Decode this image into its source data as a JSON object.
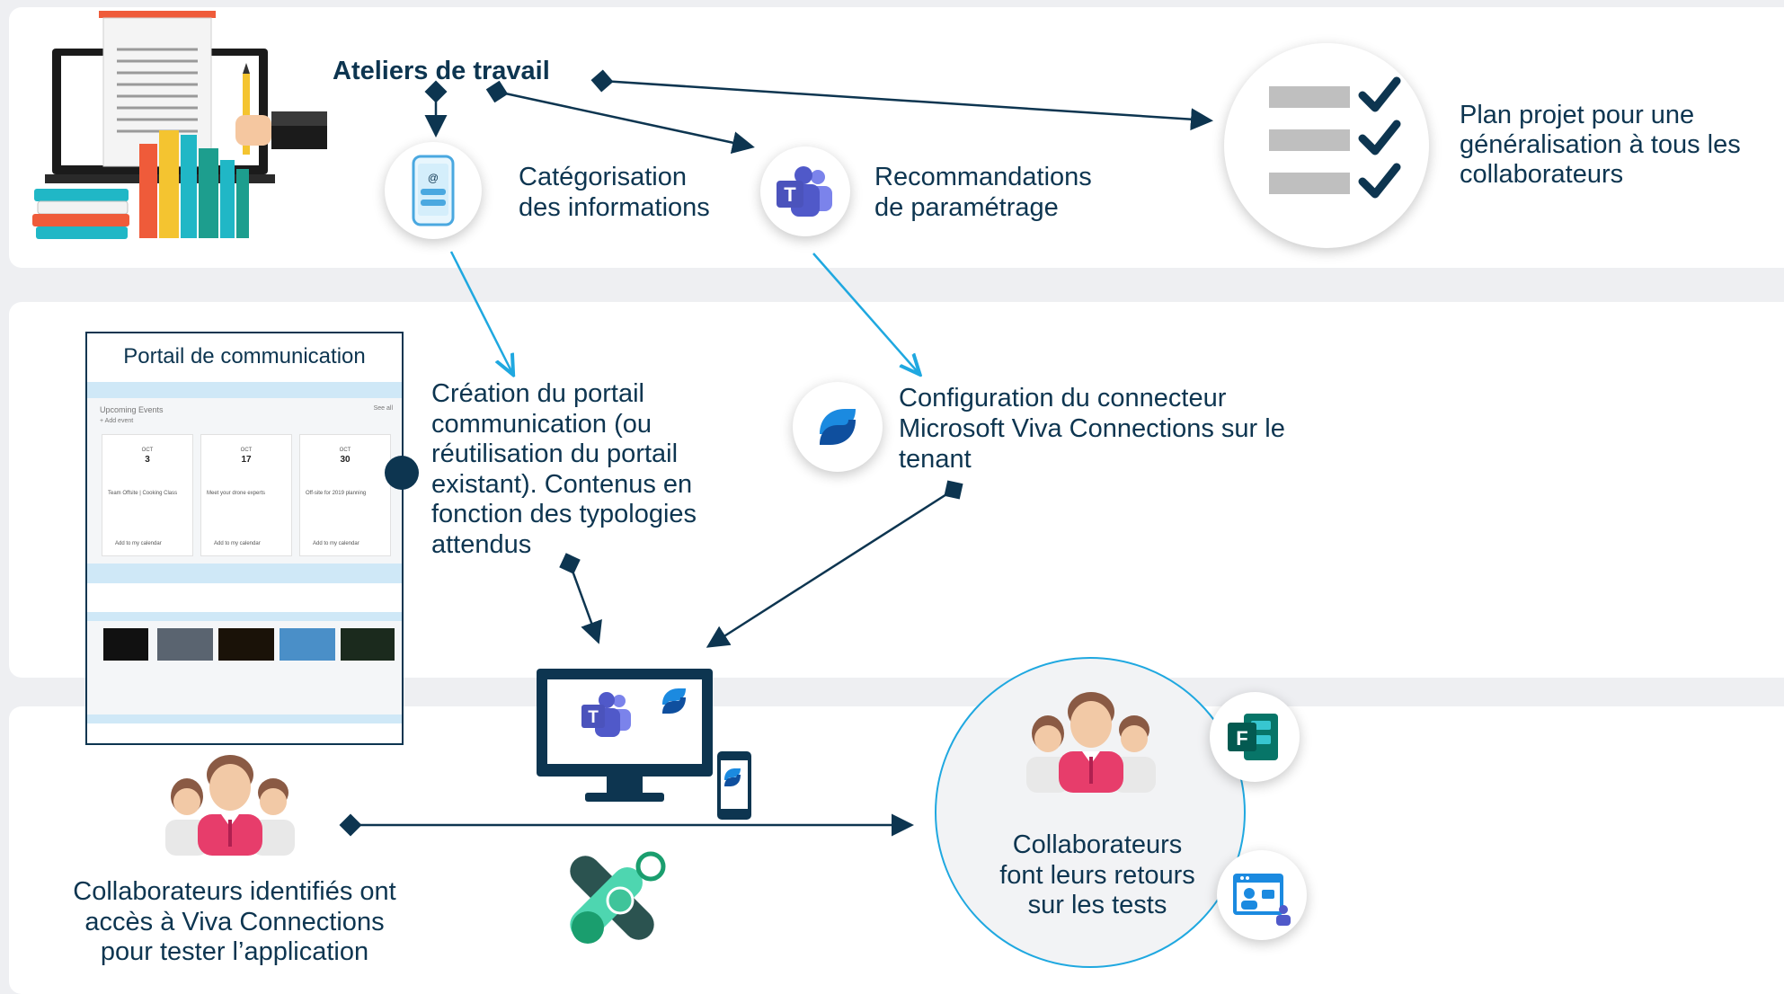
{
  "workshops": {
    "title": "Ateliers de travail"
  },
  "steps": {
    "categorisation": "Catégorisation\ndes informations",
    "recommendations": "Recommandations\nde paramétrage",
    "project_plan": "Plan projet pour une\ngénéralisation à tous les\ncollaborateurs",
    "portal_creation": "Création du portail\ncommunication (ou\nréutilisation du portail\nexistant). Contenus en\nfonction des typologies\nattendus",
    "connector_config": "Configuration du connecteur\nMicrosoft Viva Connections sur le\ntenant",
    "identified_users": "Collaborateurs identifiés ont\naccès à Viva Connections\npour tester l’application",
    "feedback": "Collaborateurs\nfont leurs retours\nsur les tests"
  },
  "portal": {
    "title": "Portail de communication",
    "section": "Upcoming Events",
    "see_all": "See all",
    "add_event": "+ Add event",
    "events": [
      {
        "month": "OCT",
        "day": "3",
        "name": "Team Offsite | Cooking Class"
      },
      {
        "month": "OCT",
        "day": "17",
        "name": "Meet your drone experts"
      },
      {
        "month": "OCT",
        "day": "30",
        "name": "Off-site for 2019 planning"
      }
    ],
    "add_calendar": "Add to my calendar"
  },
  "colors": {
    "navy": "#0d3550",
    "arrow_cyan": "#1fa8e0",
    "band_light_blue": "#cfe8f7",
    "teams_purple": "#5059c9",
    "viva_blue": "#0f6cbd"
  },
  "icons": [
    "laptop-books-icon",
    "phone-email-icon",
    "teams-icon",
    "checklist-icon",
    "viva-connections-icon",
    "people-icon",
    "forms-icon",
    "teams-meeting-icon",
    "power-automate-icon",
    "monitor-icon"
  ]
}
